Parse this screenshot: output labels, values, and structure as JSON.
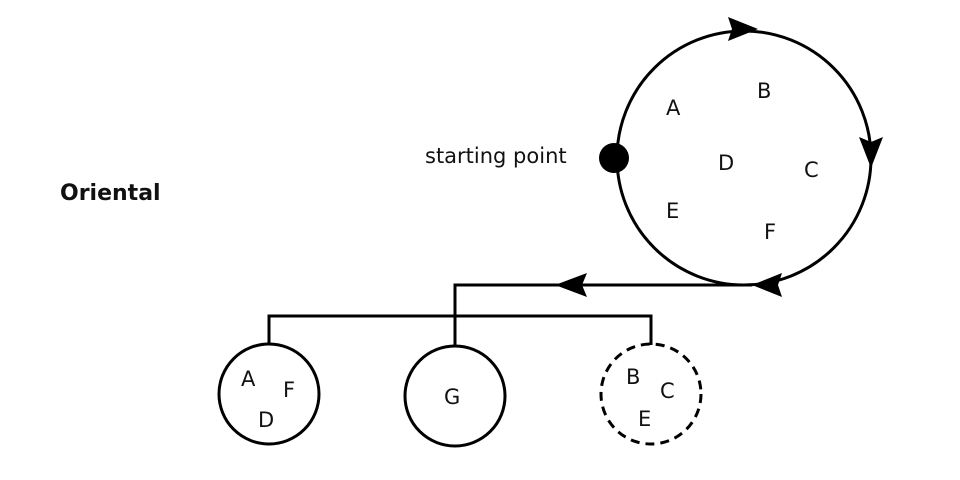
{
  "title": "Oriental",
  "start_label": "starting point",
  "main_circle_letters": [
    "A",
    "B",
    "D",
    "C",
    "E",
    "F"
  ],
  "groups": [
    {
      "letters": [
        "A",
        "F",
        "D"
      ],
      "style": "solid"
    },
    {
      "letters": [
        "G"
      ],
      "style": "solid"
    },
    {
      "letters": [
        "B",
        "C",
        "E"
      ],
      "style": "dashed"
    }
  ],
  "colors": {
    "line": "#000000",
    "text": "#111111",
    "background": "#ffffff"
  }
}
